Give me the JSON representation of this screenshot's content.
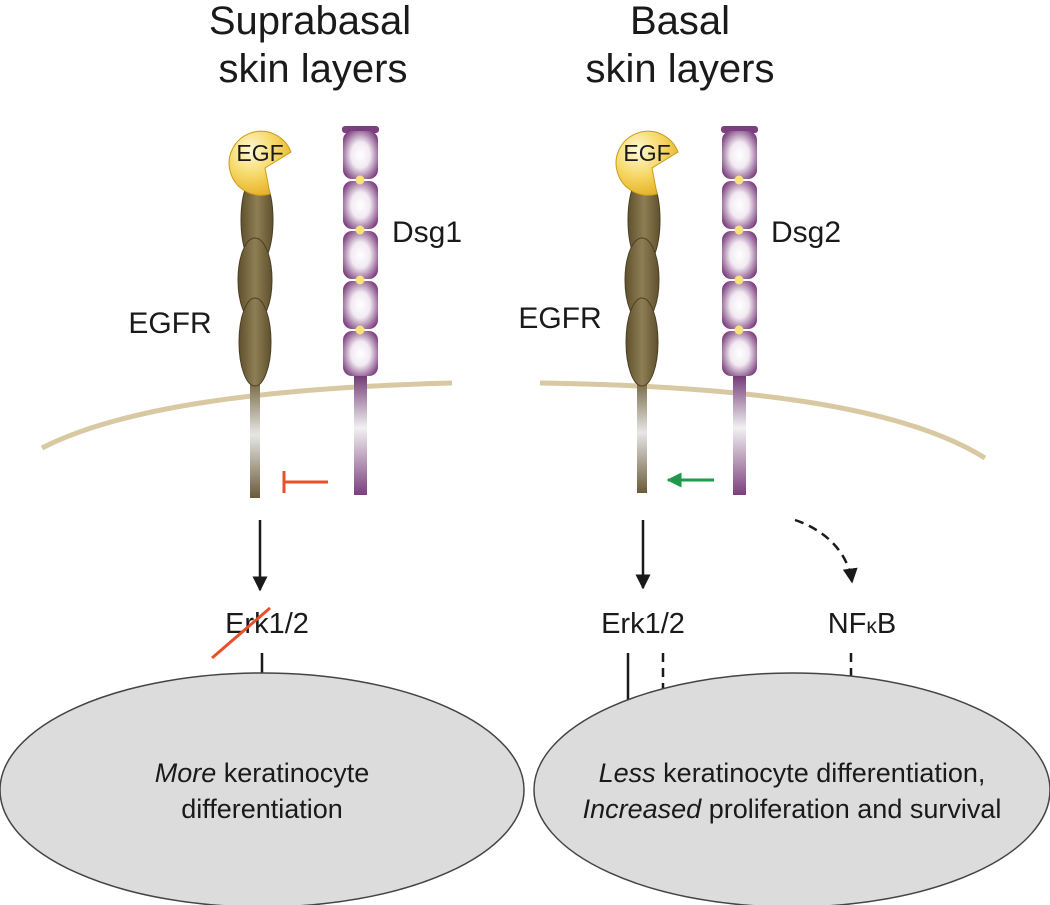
{
  "left": {
    "title_line1": "Suprabasal",
    "title_line2": "skin layers",
    "ligand": "EGF",
    "receptor": "EGFR",
    "cadherin": "Dsg1",
    "kinase": "Erk1/2",
    "outcome_emph": "More",
    "outcome_rest": " keratinocyte",
    "outcome_line2": "differentiation"
  },
  "right": {
    "title_line1": "Basal",
    "title_line2": "skin layers",
    "ligand": "EGF",
    "receptor": "EGFR",
    "cadherin": "Dsg2",
    "kinase": "Erk1/2",
    "nfkb_prefix": "NF",
    "nfkb_kappa": "κ",
    "nfkb_suffix": "B",
    "outcome_line1_emph": "Less",
    "outcome_line1_rest": " keratinocyte differentiation,",
    "outcome_line2_emph": "Increased",
    "outcome_line2_rest": " proliferation and survival"
  },
  "colors": {
    "membrane": "#d8c9a3",
    "receptor": "#7a6b47",
    "dsg": "#7b3f7d",
    "egf": "#f2c531",
    "inhibit": "#e8502a",
    "activate": "#1f9a4a",
    "nucleus": "#dcdcdc"
  }
}
